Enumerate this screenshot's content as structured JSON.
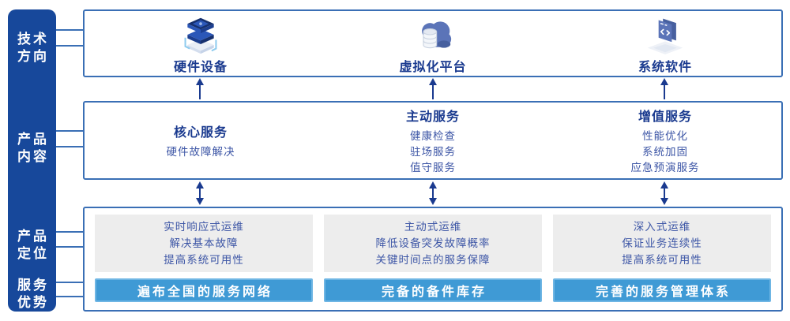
{
  "colors": {
    "sidebar_bg": "#17489B",
    "box_border": "#3A6FB5",
    "title_text": "#1A3A8F",
    "body_text": "#3D56A6",
    "gray_panel_bg": "#EDEDED",
    "advantage_bar_bg": "#3F9AD5",
    "advantage_bar_border": "#6FB6E4",
    "advantage_bar_text": "#FFFFFF",
    "arrow": "#1A3A8F"
  },
  "sidebar": {
    "labels": [
      {
        "line1": "技术",
        "line2": "方向"
      },
      {
        "line1": "产品",
        "line2": "内容"
      },
      {
        "line1": "产品",
        "line2": "定位"
      },
      {
        "line1": "服务",
        "line2": "优势"
      }
    ]
  },
  "tech_row": {
    "items": [
      {
        "icon": "server-stack-icon",
        "label": "硬件设备"
      },
      {
        "icon": "cloud-database-icon",
        "label": "虚拟化平台"
      },
      {
        "icon": "code-window-icon",
        "label": "系统软件"
      }
    ]
  },
  "content_row": {
    "columns": [
      {
        "title": "核心服务",
        "items": [
          "硬件故障解决"
        ]
      },
      {
        "title": "主动服务",
        "items": [
          "健康检查",
          "驻场服务",
          "值守服务"
        ]
      },
      {
        "title": "增值服务",
        "items": [
          "性能优化",
          "系统加固",
          "应急预演服务"
        ]
      }
    ]
  },
  "bottom_row": {
    "columns": [
      {
        "positioning": [
          "实时响应式运维",
          "解决基本故障",
          "提高系统可用性"
        ],
        "advantage": "遍布全国的服务网络"
      },
      {
        "positioning": [
          "主动式运维",
          "降低设备突发故障概率",
          "关键时间点的服务保障"
        ],
        "advantage": "完备的备件库存"
      },
      {
        "positioning": [
          "深入式运维",
          "保证业务连续性",
          "提高系统可用性"
        ],
        "advantage": "完善的服务管理体系"
      }
    ]
  }
}
